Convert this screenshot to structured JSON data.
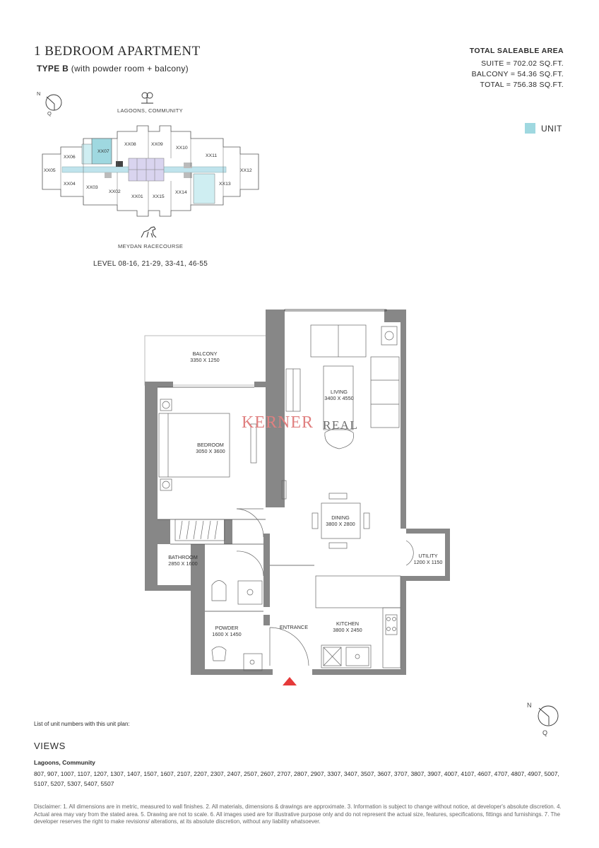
{
  "header": {
    "title": "1 BEDROOM APARTMENT",
    "subtitle_type": "TYPE B",
    "subtitle_detail": " (with powder room + balcony)"
  },
  "area": {
    "heading": "TOTAL SALEABLE AREA",
    "suite": "SUITE = 702.02 SQ.FT.",
    "balcony": "BALCONY = 54.36 SQ.FT.",
    "total": "TOTAL = 756.38 SQ.FT."
  },
  "legend": {
    "unit_label": "UNIT",
    "unit_color": "#9fd8e0"
  },
  "keyplan": {
    "top_view": "LAGOONS, COMMUNITY",
    "bottom_view": "MEYDAN RACECOURSE",
    "level": "LEVEL 08-16, 21-29, 33-41, 46-55",
    "compass_n": "N",
    "compass_q": "Q",
    "units": [
      "XX05",
      "XX06",
      "XX07",
      "XX08",
      "XX09",
      "XX10",
      "XX11",
      "XX12",
      "XX04",
      "XX03",
      "XX02",
      "XX01",
      "XX15",
      "XX14",
      "XX13"
    ]
  },
  "rooms": {
    "balcony": {
      "name": "BALCONY",
      "size": "3350 X 1250"
    },
    "living": {
      "name": "LIVING",
      "size": "3400 X 4550"
    },
    "bedroom": {
      "name": "BEDROOM",
      "size": "3050 X 3600"
    },
    "dining": {
      "name": "DINING",
      "size": "3800 X 2800"
    },
    "bathroom": {
      "name": "BATHROOM",
      "size": "2850 X 1600"
    },
    "utility": {
      "name": "UTILITY",
      "size": "1200 X 1150"
    },
    "powder": {
      "name": "POWDER",
      "size": "1600 X 1450"
    },
    "entrance": {
      "name": "ENTRANCE"
    },
    "kitchen": {
      "name": "KITCHEN",
      "size": "3800 X 2450"
    }
  },
  "watermark": {
    "brand_main": "KERNER",
    "brand_sub": "REAL"
  },
  "compass_bottom": {
    "n": "N",
    "q": "Q"
  },
  "list_label": "List of unit numbers with this unit plan:",
  "views": {
    "heading": "VIEWS",
    "category": "Lagoons, Community",
    "units": "807, 907, 1007, 1107, 1207, 1307, 1407, 1507, 1607, 2107, 2207, 2307, 2407, 2507, 2607, 2707, 2807, 2907, 3307, 3407, 3507, 3607, 3707, 3807, 3907, 4007, 4107, 4607, 4707, 4807, 4907, 5007, 5107, 5207, 5307, 5407, 5507"
  },
  "disclaimer": "Disclaimer: 1. All dimensions are in metric, measured to wall finishes. 2. All materials, dimensions & drawings are approximate. 3. Information is subject to change without notice, at developer's absolute discretion. 4. Actual area may vary from the stated area. 5. Drawing are not to scale. 6. All images used are for illustrative purpose only and do not represent the actual size, features, specifications, fittings and furnishings. 7. The developer reserves the right to make revisions/ alterations, at its absolute discretion, without any liability whatsoever."
}
